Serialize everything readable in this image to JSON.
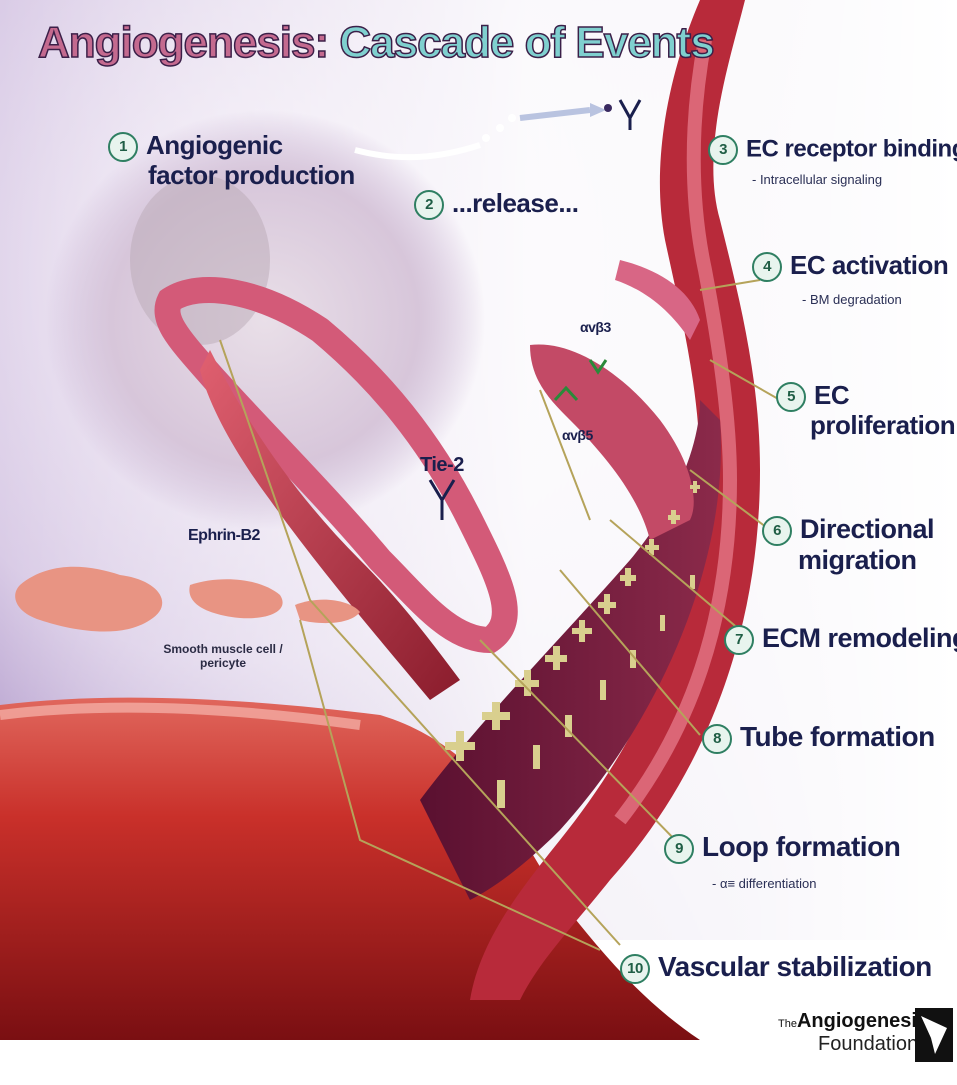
{
  "title": {
    "part1": "Angiogenesis:",
    "part2": "Cascade of Events"
  },
  "steps": [
    {
      "num": "1",
      "line1": "Angiogenic",
      "line2": "factor production"
    },
    {
      "num": "2",
      "line1": "...release..."
    },
    {
      "num": "3",
      "line1": "EC receptor binding",
      "sub": "- Intracellular signaling"
    },
    {
      "num": "4",
      "line1": "EC activation",
      "sub": "- BM degradation"
    },
    {
      "num": "5",
      "line1": "EC",
      "line2": "proliferation"
    },
    {
      "num": "6",
      "line1": "Directional",
      "line2": "migration"
    },
    {
      "num": "7",
      "line1": "ECM remodeling"
    },
    {
      "num": "8",
      "line1": "Tube formation"
    },
    {
      "num": "9",
      "line1": "Loop formation",
      "sub": "- α≡ differentiation"
    },
    {
      "num": "10",
      "line1": "Vascular stabilization"
    }
  ],
  "labels": {
    "tie2": "Tie-2",
    "ephrin": "Ephrin-B2",
    "smc_line1": "Smooth muscle cell /",
    "smc_line2": "pericyte",
    "integrin1": "αvβ3",
    "integrin2": "αvβ5"
  },
  "logo": {
    "prefix": "The",
    "name": "Angiogenesis",
    "suffix": "Foundation"
  }
}
